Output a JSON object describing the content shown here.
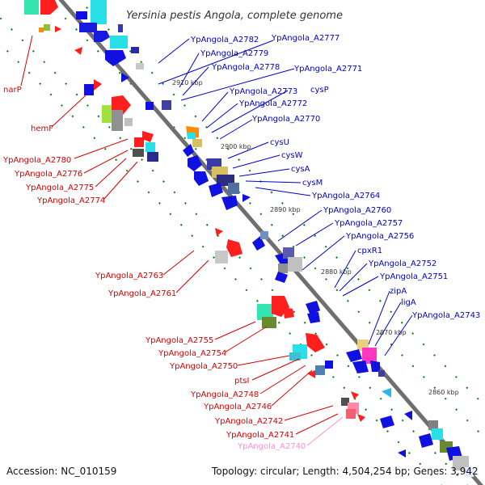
{
  "title": "Yersinia pestis Angola, complete genome",
  "footer": {
    "accession": "Accession: NC_010159",
    "topology": "Topology: circular; Length: 4,504,254 bp; Genes: 3,942"
  },
  "kbp_ticks": [
    "2910 kbp",
    "2900 kbp",
    "2890 kbp",
    "2880 kbp",
    "2870 kbp",
    "2860 kbp"
  ],
  "labels_left": [
    "narP",
    "hemF",
    "YpAngola_A2780",
    "YpAngola_A2776",
    "YpAngola_A2775",
    "YpAngola_A2774",
    "YpAngola_A2763",
    "YpAngola_A2761",
    "YpAngola_A2755",
    "YpAngola_A2754",
    "YpAngola_A2750",
    "ptsI",
    "YpAngola_A2748",
    "YpAngola_A2746",
    "YpAngola_A2742",
    "YpAngola_A2741",
    "YpAngola_A2740"
  ],
  "labels_right": [
    "YpAngola_A2782",
    "YpAngola_A2777",
    "YpAngola_A2779",
    "YpAngola_A2778",
    "YpAngola_A2771",
    "YpAngola_A2773",
    "cysP",
    "YpAngola_A2772",
    "YpAngola_A2770",
    "cysU",
    "cysW",
    "cysA",
    "cysM",
    "YpAngola_A2764",
    "YpAngola_A2760",
    "YpAngola_A2757",
    "YpAngola_A2756",
    "cpxR1",
    "YpAngola_A2752",
    "YpAngola_A2751",
    "zipA",
    "ligA",
    "YpAngola_A2743"
  ],
  "colors": {
    "left_label": "#d40000",
    "right_label": "#0000c8",
    "pink_label": "#ff8fcf",
    "backbone": "#808080",
    "dotted_track": "#008000"
  }
}
